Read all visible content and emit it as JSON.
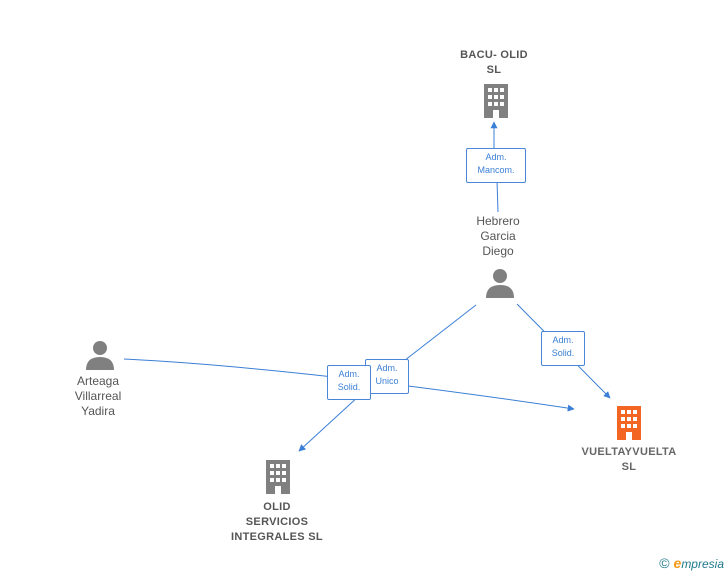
{
  "nodes": {
    "bacu_olid": {
      "line1": "BACU- OLID",
      "line2": "SL",
      "kind": "company"
    },
    "hebrero": {
      "line1": "Hebrero",
      "line2": "Garcia",
      "line3": "Diego",
      "kind": "person"
    },
    "arteaga": {
      "line1": "Arteaga",
      "line2": "Villarreal",
      "line3": "Yadira",
      "kind": "person"
    },
    "vueltayvuelta": {
      "line1": "VUELTAYVUELTA",
      "line2": "SL",
      "kind": "company",
      "highlight": true
    },
    "olid_servicios": {
      "line1": "OLID",
      "line2": "SERVICIOS",
      "line3": "INTEGRALES SL",
      "kind": "company"
    }
  },
  "edges": {
    "adm_mancom": {
      "line1": "Adm.",
      "line2": "Mancom."
    },
    "adm_solid_right": {
      "line1": "Adm.",
      "line2": "Solid."
    },
    "adm_solid_left": {
      "line1": "Adm.",
      "line2": "Solid."
    },
    "adm_unico": {
      "line1": "Adm.",
      "line2": "Unico"
    }
  },
  "colors": {
    "edge": "#3b7fd6",
    "icon_gray": "#808080",
    "icon_highlight": "#f26522",
    "text": "#555555"
  },
  "icons": {
    "company": "building-icon",
    "person": "person-icon"
  },
  "brand": {
    "copyright": "©",
    "name_initial": "e",
    "name_rest": "mpresia"
  }
}
